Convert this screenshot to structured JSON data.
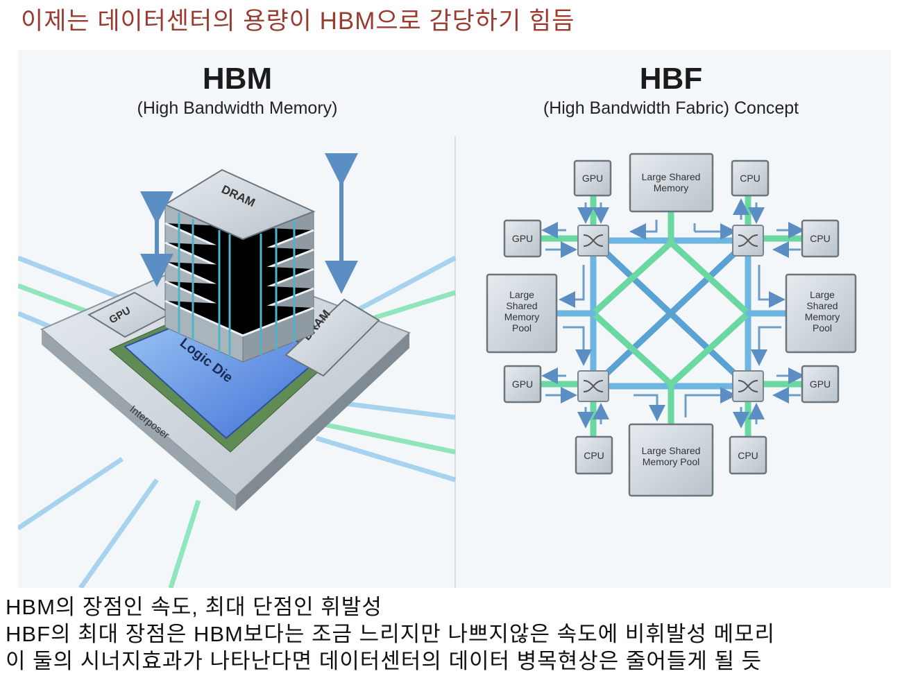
{
  "title": "이제는 데이터센터의 용량이 HBM으로 감당하기 힘듬",
  "hbm": {
    "heading": "HBM",
    "subtitle": "(High Bandwidth Memory)",
    "labels": {
      "dram_top": "DRAM",
      "gpu": "GPU",
      "dram_side": "DRAM",
      "logic_die": "Logic Die",
      "interposer": "Interposer"
    }
  },
  "hbf": {
    "heading": "HBF",
    "subtitle": "(High Bandwidth Fabric) Concept",
    "nodes": {
      "gpu_top_left": "GPU",
      "memory_top": [
        "Large Shared",
        "Memory"
      ],
      "cpu_top_right": "CPU",
      "gpu_left": "GPU",
      "cpu_right": "CPU",
      "pool_left": [
        "Large",
        "Shared",
        "Memory",
        "Pool"
      ],
      "pool_right": [
        "Large",
        "Shared",
        "Memory",
        "Pool"
      ],
      "gpu_left_bottom": "GPU",
      "gpu_right_bottom": "GPU",
      "cpu_bottom_left": "CPU",
      "pool_bottom": [
        "Large Shared",
        "Memory Pool"
      ],
      "cpu_bottom_right": "CPU"
    }
  },
  "body": [
    "HBM의 장점인 속도, 최대 단점인 휘발성",
    "HBF의 최대 장점은 HBM보다는 조금 느리지만 나쁘지않은 속도에 비휘발성 메모리",
    "이 둘의 시너지효과가 나타난다면 데이터센터의 데이터 병목현상은 줄어들게 될 듯"
  ],
  "colors": {
    "title": "#9a3b2f",
    "blue": "#5aa7d6",
    "green": "#5fd39a",
    "chip": "#cfd6dc"
  }
}
